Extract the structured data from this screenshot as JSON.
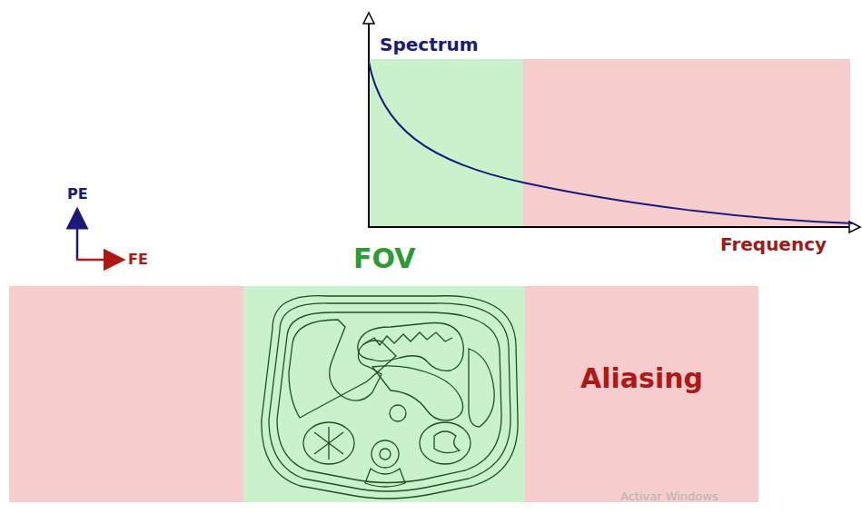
{
  "diagram": {
    "nodes": [
      {
        "text": [
          "FOV"
        ]
      },
      {
        "text": [
          "Aliasing"
        ]
      }
    ],
    "labels": [
      "Spectrum",
      "Frequency",
      "PE",
      "FE",
      "Activar Windows"
    ]
  }
}
